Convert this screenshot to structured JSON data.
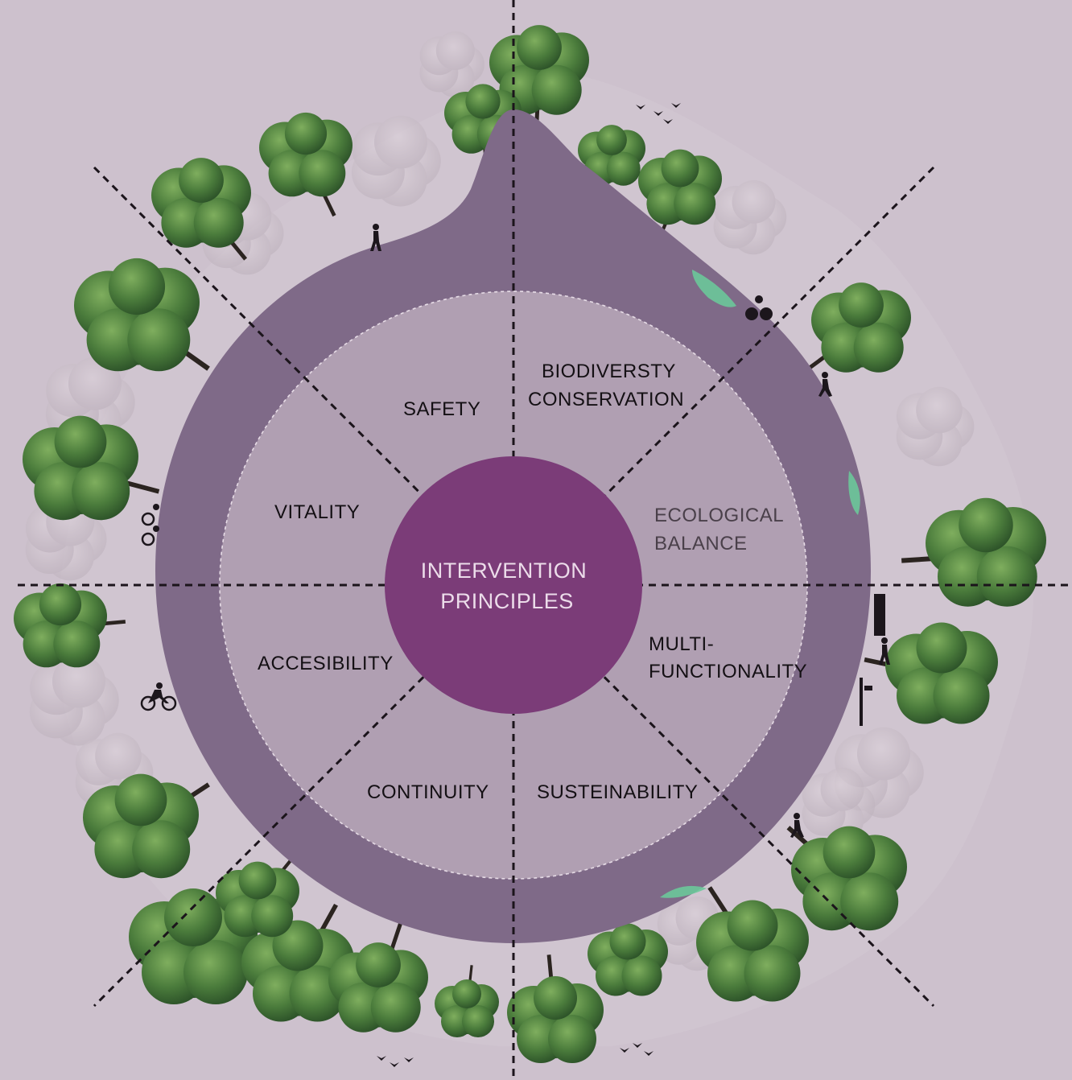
{
  "diagram": {
    "center": {
      "lines": [
        "INTERVENTION",
        "PRINCIPLES"
      ]
    },
    "segments": [
      {
        "id": "safety",
        "lines": [
          "SAFETY"
        ]
      },
      {
        "id": "biodiversity",
        "lines": [
          "BIODIVERSTY",
          "CONSERVATION"
        ]
      },
      {
        "id": "ecological",
        "lines": [
          "ECOLOGICAL",
          "BALANCE"
        ]
      },
      {
        "id": "multifunctionality",
        "lines": [
          "MULTI-",
          "FUNCTIONALITY"
        ]
      },
      {
        "id": "sustainability",
        "lines": [
          "SUSTEINABILITY"
        ]
      },
      {
        "id": "continuity",
        "lines": [
          "CONTINUITY"
        ]
      },
      {
        "id": "accessibility",
        "lines": [
          "ACCESIBILITY"
        ]
      },
      {
        "id": "vitality",
        "lines": [
          "VITALITY"
        ]
      }
    ],
    "colors": {
      "background": "#cdc1cd",
      "outer_ring": "#7f6a88",
      "inner_disc": "#b09fb2",
      "center_disc": "#7b3c78",
      "center_text": "#ecdcea",
      "label_text": "#141014",
      "tree_dark": "#2f5a2c",
      "tree_light": "#5e8f4a",
      "water_accent": "#6cc89a"
    },
    "icons": [
      "tree-icon",
      "pedestrian-icon",
      "cyclist-icon",
      "bench-icon",
      "bird-icon"
    ]
  }
}
